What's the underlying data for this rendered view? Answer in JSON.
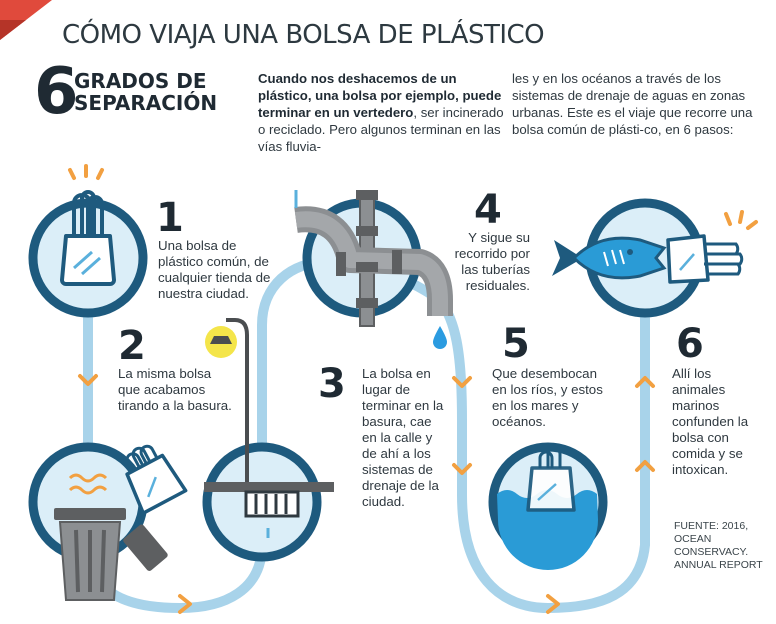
{
  "title": "CÓMO VIAJA UNA BOLSA DE PLÁSTICO",
  "headline": {
    "number": "6",
    "label": "GRADOS DE SEPARACIÓN"
  },
  "intro": {
    "bold_text": "Cuando nos deshacemos de un plástico, una bolsa por ejemplo, puede terminar en un vertedero",
    "rest_text": ", ser incinerado o reciclado. Pero algunos terminan en las vías fluvia-",
    "column2_text": "les y en los océanos a través de los sistemas de drenaje de aguas en zonas urbanas. Este es el viaje que recorre una bolsa común de plásti-co, en 6 pasos:"
  },
  "steps": [
    {
      "number": "1",
      "text": "Una bolsa de plástico común, de cualquier tienda de nuestra ciudad."
    },
    {
      "number": "2",
      "text": "La misma bolsa que acabamos tirando a la basura."
    },
    {
      "number": "3",
      "text": "La bolsa en lugar de terminar en la basura, cae en la calle y de ahí a los sistemas de drenaje de la ciudad."
    },
    {
      "number": "4",
      "text": "Y sigue su recorrido por las tuberías residuales."
    },
    {
      "number": "5",
      "text": "Que desembocan en los ríos, y estos en los mares y océanos."
    },
    {
      "number": "6",
      "text": "Allí los animales marinos confunden la bolsa con comida y se intoxican."
    }
  ],
  "source": "FUENTE: 2016, OCEAN CONSERVACY. ANNUAL REPORT",
  "colors": {
    "accent_red": "#e04a3c",
    "dark_blue": "#1e5a7e",
    "light_blue": "#a8d3ea",
    "orange": "#f2a041",
    "text": "#1f2a33"
  }
}
